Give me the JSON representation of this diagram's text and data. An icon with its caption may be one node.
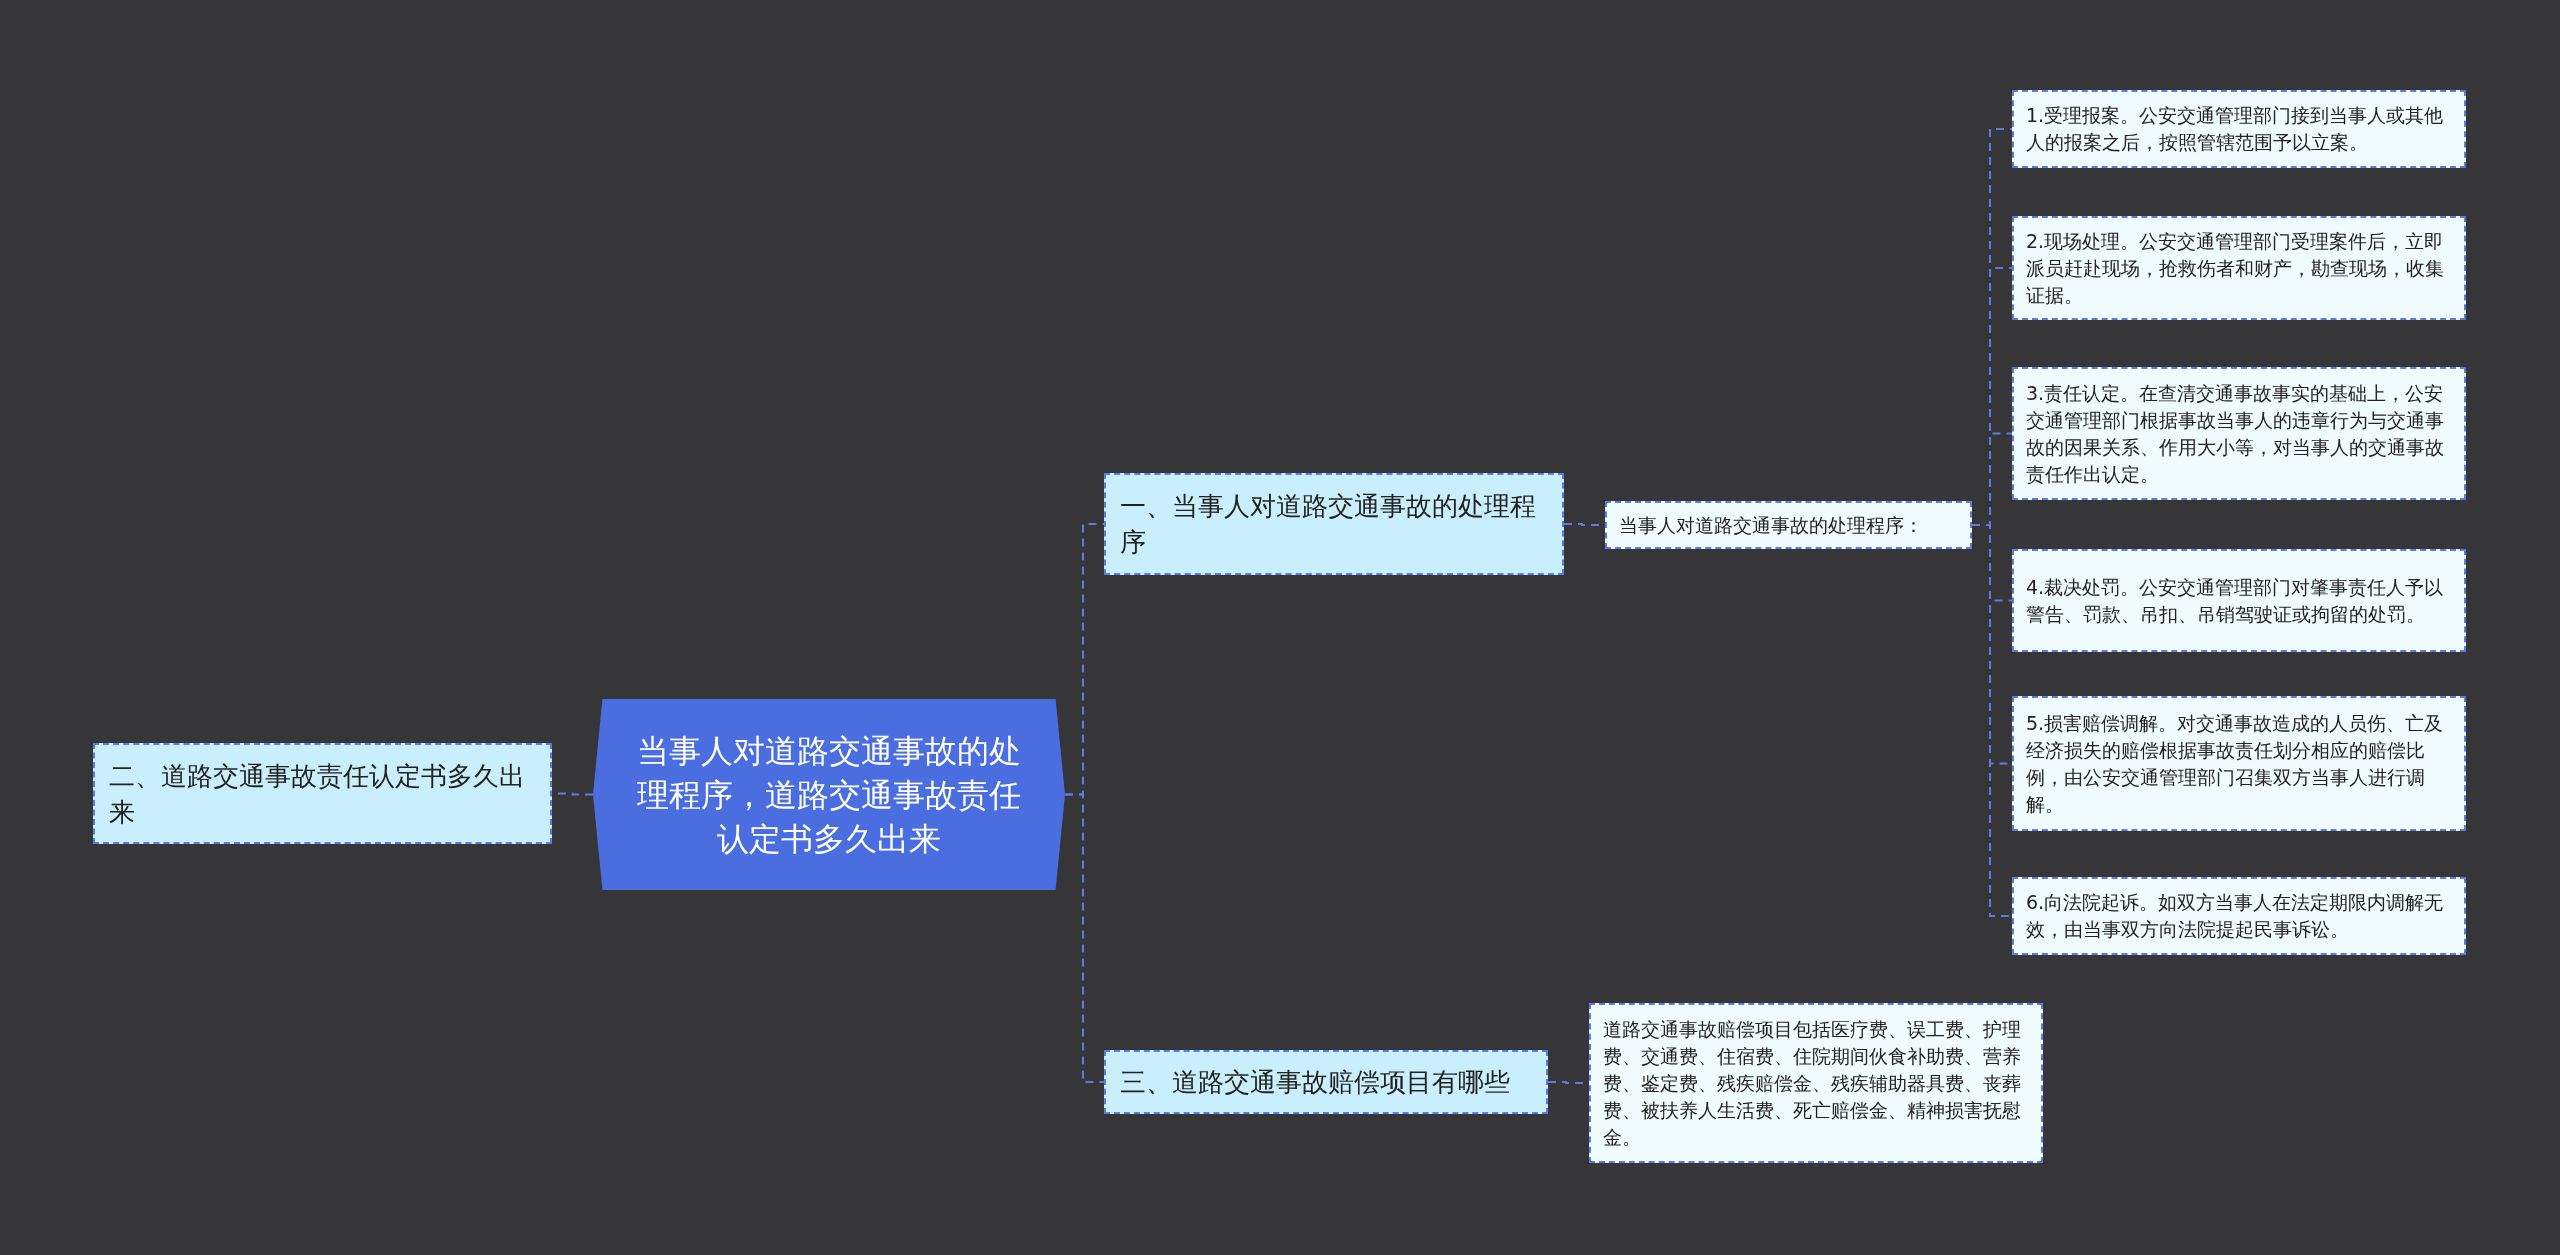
{
  "diagram": {
    "nodes": [
      {
        "text": [
          "当事人对道路交通事故的处理程序，道路交通事故责任认定书多久出来"
        ]
      },
      {
        "text": [
          "二、道路交通事故责任认定书多久出来"
        ]
      },
      {
        "text": [
          "一、当事人对道路交通事故的处理程序"
        ]
      },
      {
        "text": [
          "当事人对道路交通事故的处理程序："
        ]
      },
      {
        "text": [
          "1.受理报案。公安交通管理部门接到当事人或其他人的报案之后，按照管辖范围予以立案。"
        ]
      },
      {
        "text": [
          "2.现场处理。公安交通管理部门受理案件后，立即派员赶赴现场，抢救伤者和财产，勘查现场，收集证据。"
        ]
      },
      {
        "text": [
          "3.责任认定。在查清交通事故事实的基础上，公安交通管理部门根据事故当事人的违章行为与交通事故的因果关系、作用大小等，对当事人的交通事故责任作出认定。"
        ]
      },
      {
        "text": [
          "4.裁决处罚。公安交通管理部门对肇事责任人予以警告、罚款、吊扣、吊销驾驶证或拘留的处罚。"
        ]
      },
      {
        "text": [
          "5.损害赔偿调解。对交通事故造成的人员伤、亡及经济损失的赔偿根据事故责任划分相应的赔偿比例，由公安交通管理部门召集双方当事人进行调解。"
        ]
      },
      {
        "text": [
          "6.向法院起诉。如双方当事人在法定期限内调解无效，由当事双方向法院提起民事诉讼。"
        ]
      },
      {
        "text": [
          "三、道路交通事故赔偿项目有哪些"
        ]
      },
      {
        "text": [
          "道路交通事故赔偿项目包括医疗费、误工费、护理费、交通费、住宿费、住院期间伙食补助费、营养费、鉴定费、残疾赔偿金、残疾辅助器具费、丧葬费、被扶养人生活费、死亡赔偿金、精神损害抚慰金。"
        ]
      }
    ],
    "edges": [
      {
        "from": 0,
        "to": 1,
        "arrow": "none"
      },
      {
        "from": 0,
        "to": 2,
        "arrow": "none"
      },
      {
        "from": 0,
        "to": 10,
        "arrow": "none"
      },
      {
        "from": 2,
        "to": 3,
        "arrow": "none"
      },
      {
        "from": 3,
        "to": 4,
        "arrow": "none"
      },
      {
        "from": 3,
        "to": 5,
        "arrow": "none"
      },
      {
        "from": 3,
        "to": 6,
        "arrow": "none"
      },
      {
        "from": 3,
        "to": 7,
        "arrow": "none"
      },
      {
        "from": 3,
        "to": 8,
        "arrow": "none"
      },
      {
        "from": 3,
        "to": 9,
        "arrow": "none"
      },
      {
        "from": 10,
        "to": 11,
        "arrow": "none"
      }
    ]
  }
}
